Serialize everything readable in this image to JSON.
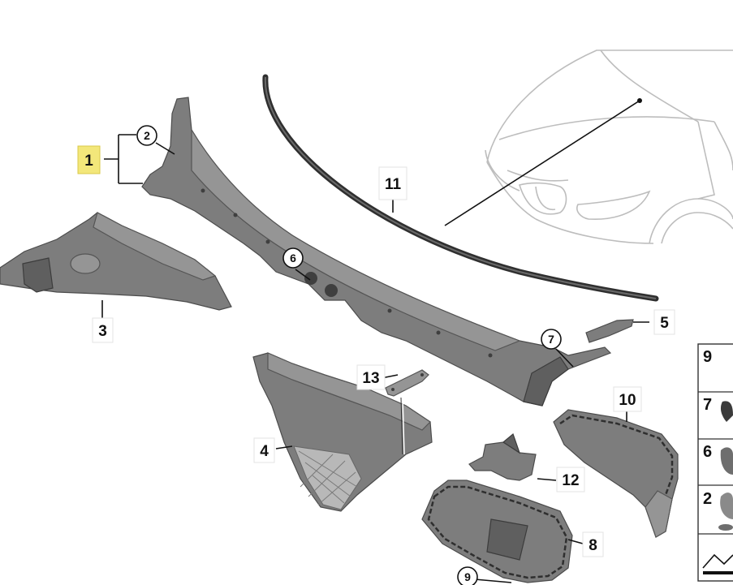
{
  "diagram": {
    "callouts": [
      {
        "id": "1",
        "label": "1"
      },
      {
        "id": "2",
        "label": "2"
      },
      {
        "id": "3",
        "label": "3"
      },
      {
        "id": "4",
        "label": "4"
      },
      {
        "id": "5",
        "label": "5"
      },
      {
        "id": "6",
        "label": "6"
      },
      {
        "id": "7",
        "label": "7"
      },
      {
        "id": "8",
        "label": "8"
      },
      {
        "id": "9",
        "label": "9"
      },
      {
        "id": "10",
        "label": "10"
      },
      {
        "id": "11",
        "label": "11"
      },
      {
        "id": "12",
        "label": "12"
      },
      {
        "id": "13",
        "label": "13"
      }
    ],
    "side_table": [
      "9",
      "7",
      "6",
      "2"
    ],
    "highlight_color": "#f3e77a"
  }
}
